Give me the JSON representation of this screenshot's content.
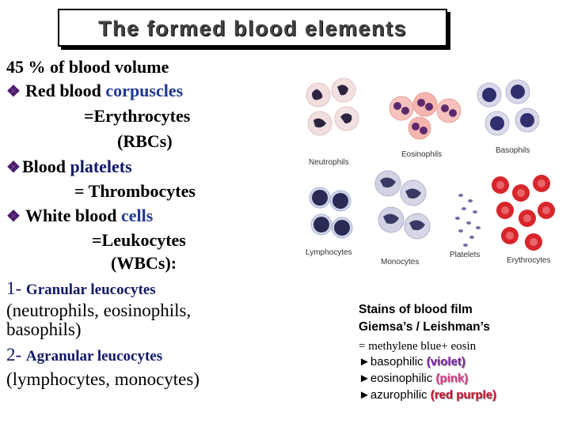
{
  "title": "The formed blood elements",
  "left": {
    "intro": "45 % of blood volume",
    "rbc_prefix": "Red blood ",
    "rbc_em": "corpuscles",
    "rbc_alias": "=Erythrocytes",
    "rbc_abbr": "(RBCs)",
    "plt_prefix": "Blood ",
    "plt_em": "platelets",
    "plt_alias": "= Thrombocytes",
    "wbc_prefix": "White blood ",
    "wbc_em": "cells",
    "wbc_alias": "=Leukocytes",
    "wbc_abbr": "(WBCs):",
    "gran_num": "1- ",
    "gran_label": "Granular leucocytes",
    "gran_list1": "(neutrophils, eosinophils,",
    "gran_list2": "basophils)",
    "agran_num": "2- ",
    "agran_label": "Agranular leucocytes",
    "agran_list": "(lymphocytes, monocytes)"
  },
  "figure": {
    "neutrophils": "Neutrophils",
    "eosinophils": "Eosinophils",
    "basophils": "Basophils",
    "lymphocytes": "Lymphocytes",
    "monocytes": "Monocytes",
    "platelets": "Platelets",
    "erythrocytes": "Erythrocytes"
  },
  "stains": {
    "title1": "Stains of blood film",
    "title2": "Giemsa’s / Leishman’s",
    "eq": "= methylene blue+ eosin",
    "basophilic": "►basophilic ",
    "basophilic_color": "(violet)",
    "eosinophilic": "►eosinophilic ",
    "eosinophilic_color": "(pink)",
    "azurophilic": "►azurophilic ",
    "azurophilic_color": "(red purple)"
  }
}
